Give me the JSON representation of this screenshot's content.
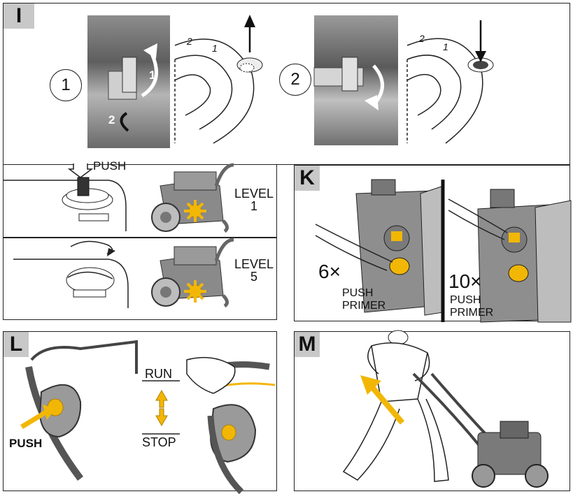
{
  "panels": {
    "i": {
      "label": "I",
      "step1": "1",
      "step2": "2",
      "dial_marks": [
        "2",
        "1"
      ],
      "photo_marks": [
        "1",
        "2"
      ]
    },
    "levels": {
      "push": "PUSH",
      "level1_title": "LEVEL",
      "level1_num": "1",
      "level5_title": "LEVEL",
      "level5_num": "5"
    },
    "k": {
      "label": "K",
      "count_left": "6×",
      "count_right": "10×",
      "action_left_1": "PUSH",
      "action_left_2": "PRIMER",
      "action_right_1": "PUSH",
      "action_right_2": "PRIMER"
    },
    "l": {
      "label": "L",
      "push": "PUSH",
      "run": "RUN",
      "stop": "STOP"
    },
    "m": {
      "label": "M"
    }
  },
  "colors": {
    "accent_yellow": "#f2b705",
    "engine_gray": "#8a8a8a",
    "tag_gray": "#c8c8c8"
  }
}
